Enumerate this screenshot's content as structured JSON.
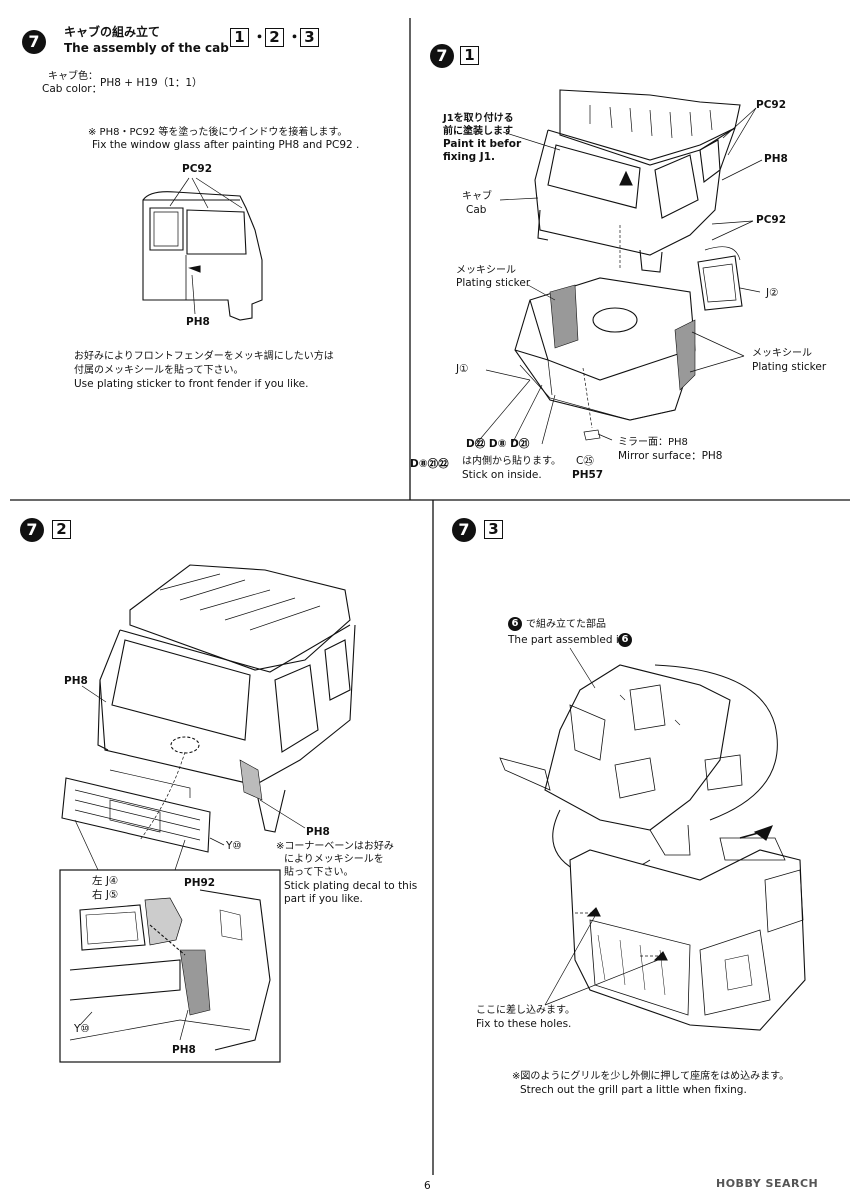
{
  "header": {
    "step": "7",
    "title_jp": "キャブの組み立て",
    "title_en": "The assembly of the cab",
    "subs": [
      "1",
      "2",
      "3"
    ],
    "sep": "・"
  },
  "panel_a": {
    "cab_color_jp": "キャブ色：",
    "cab_color_en": "Cab color：",
    "cab_color_formula": "PH8 + H19（1：1）",
    "note_jp": "※ PH8・PC92 等を塗った後にウインドウを接着します。",
    "note_en": "Fix the window glass after painting  PH8 and PC92 .",
    "label_pc92": "PC92",
    "label_ph8": "PH8",
    "fender_jp1": "お好みによりフロントフェンダーをメッキ調にしたい方は",
    "fender_jp2": "付属のメッキシールを貼って下さい。",
    "fender_en": "Use plating sticker to front fender if you like."
  },
  "panel_b": {
    "step": "7",
    "sub": "1",
    "j1_jp1": "J1を取り付ける",
    "j1_jp2": "前に塗装します",
    "j1_en1": "Paint it befor",
    "j1_en2": "fixing J1.",
    "cab_jp": "キャブ",
    "cab_en": "Cab",
    "pc92_a": "PC92",
    "ph8_a": "PH8",
    "pc92_b": "PC92",
    "plating_jp": "メッキシール",
    "plating_en": "Plating sticker",
    "j2": "J②",
    "j1": "J①",
    "plating2_jp": "メッキシール",
    "plating2_en": "Plating sticker",
    "d_parts": "D㉒  D⑧  D㉑",
    "mirror_jp": "ミラー面：PH8",
    "mirror_en": "Mirror surface：PH8",
    "inside_parts": "D⑧㉑㉒",
    "inside_jp": "は内側から貼ります。",
    "inside_en": "Stick on inside.",
    "c25": "C㉕",
    "ph57": "PH57"
  },
  "panel_c": {
    "step": "7",
    "sub": "2",
    "ph8_left": "PH8",
    "ph8_right": "PH8",
    "y10": "Y⑩",
    "corner_jp1": "※コーナーベーンはお好み",
    "corner_jp2": "によりメッキシールを",
    "corner_jp3": "貼って下さい。",
    "corner_en1": "Stick plating decal to this",
    "corner_en2": "part if you  like.",
    "left_j4": "左 J④",
    "right_j5": "右 J⑤",
    "ph92": "PH92",
    "y10_inset": "Y⑩",
    "ph8_inset": "PH8"
  },
  "panel_d": {
    "step": "7",
    "sub": "3",
    "ref_num": "6",
    "assembled_jp": "で組み立てた部品",
    "assembled_en": "The part assembled in",
    "holes_jp": "ここに差し込みます。",
    "holes_en": "Fix to these holes.",
    "grill_jp": "※図のようにグリルを少し外側に押して座席をはめ込みます。",
    "grill_en": "Strech out the grill part a little when fixing."
  },
  "footer": {
    "page": "6",
    "watermark": "HOBBY SEARCH"
  }
}
